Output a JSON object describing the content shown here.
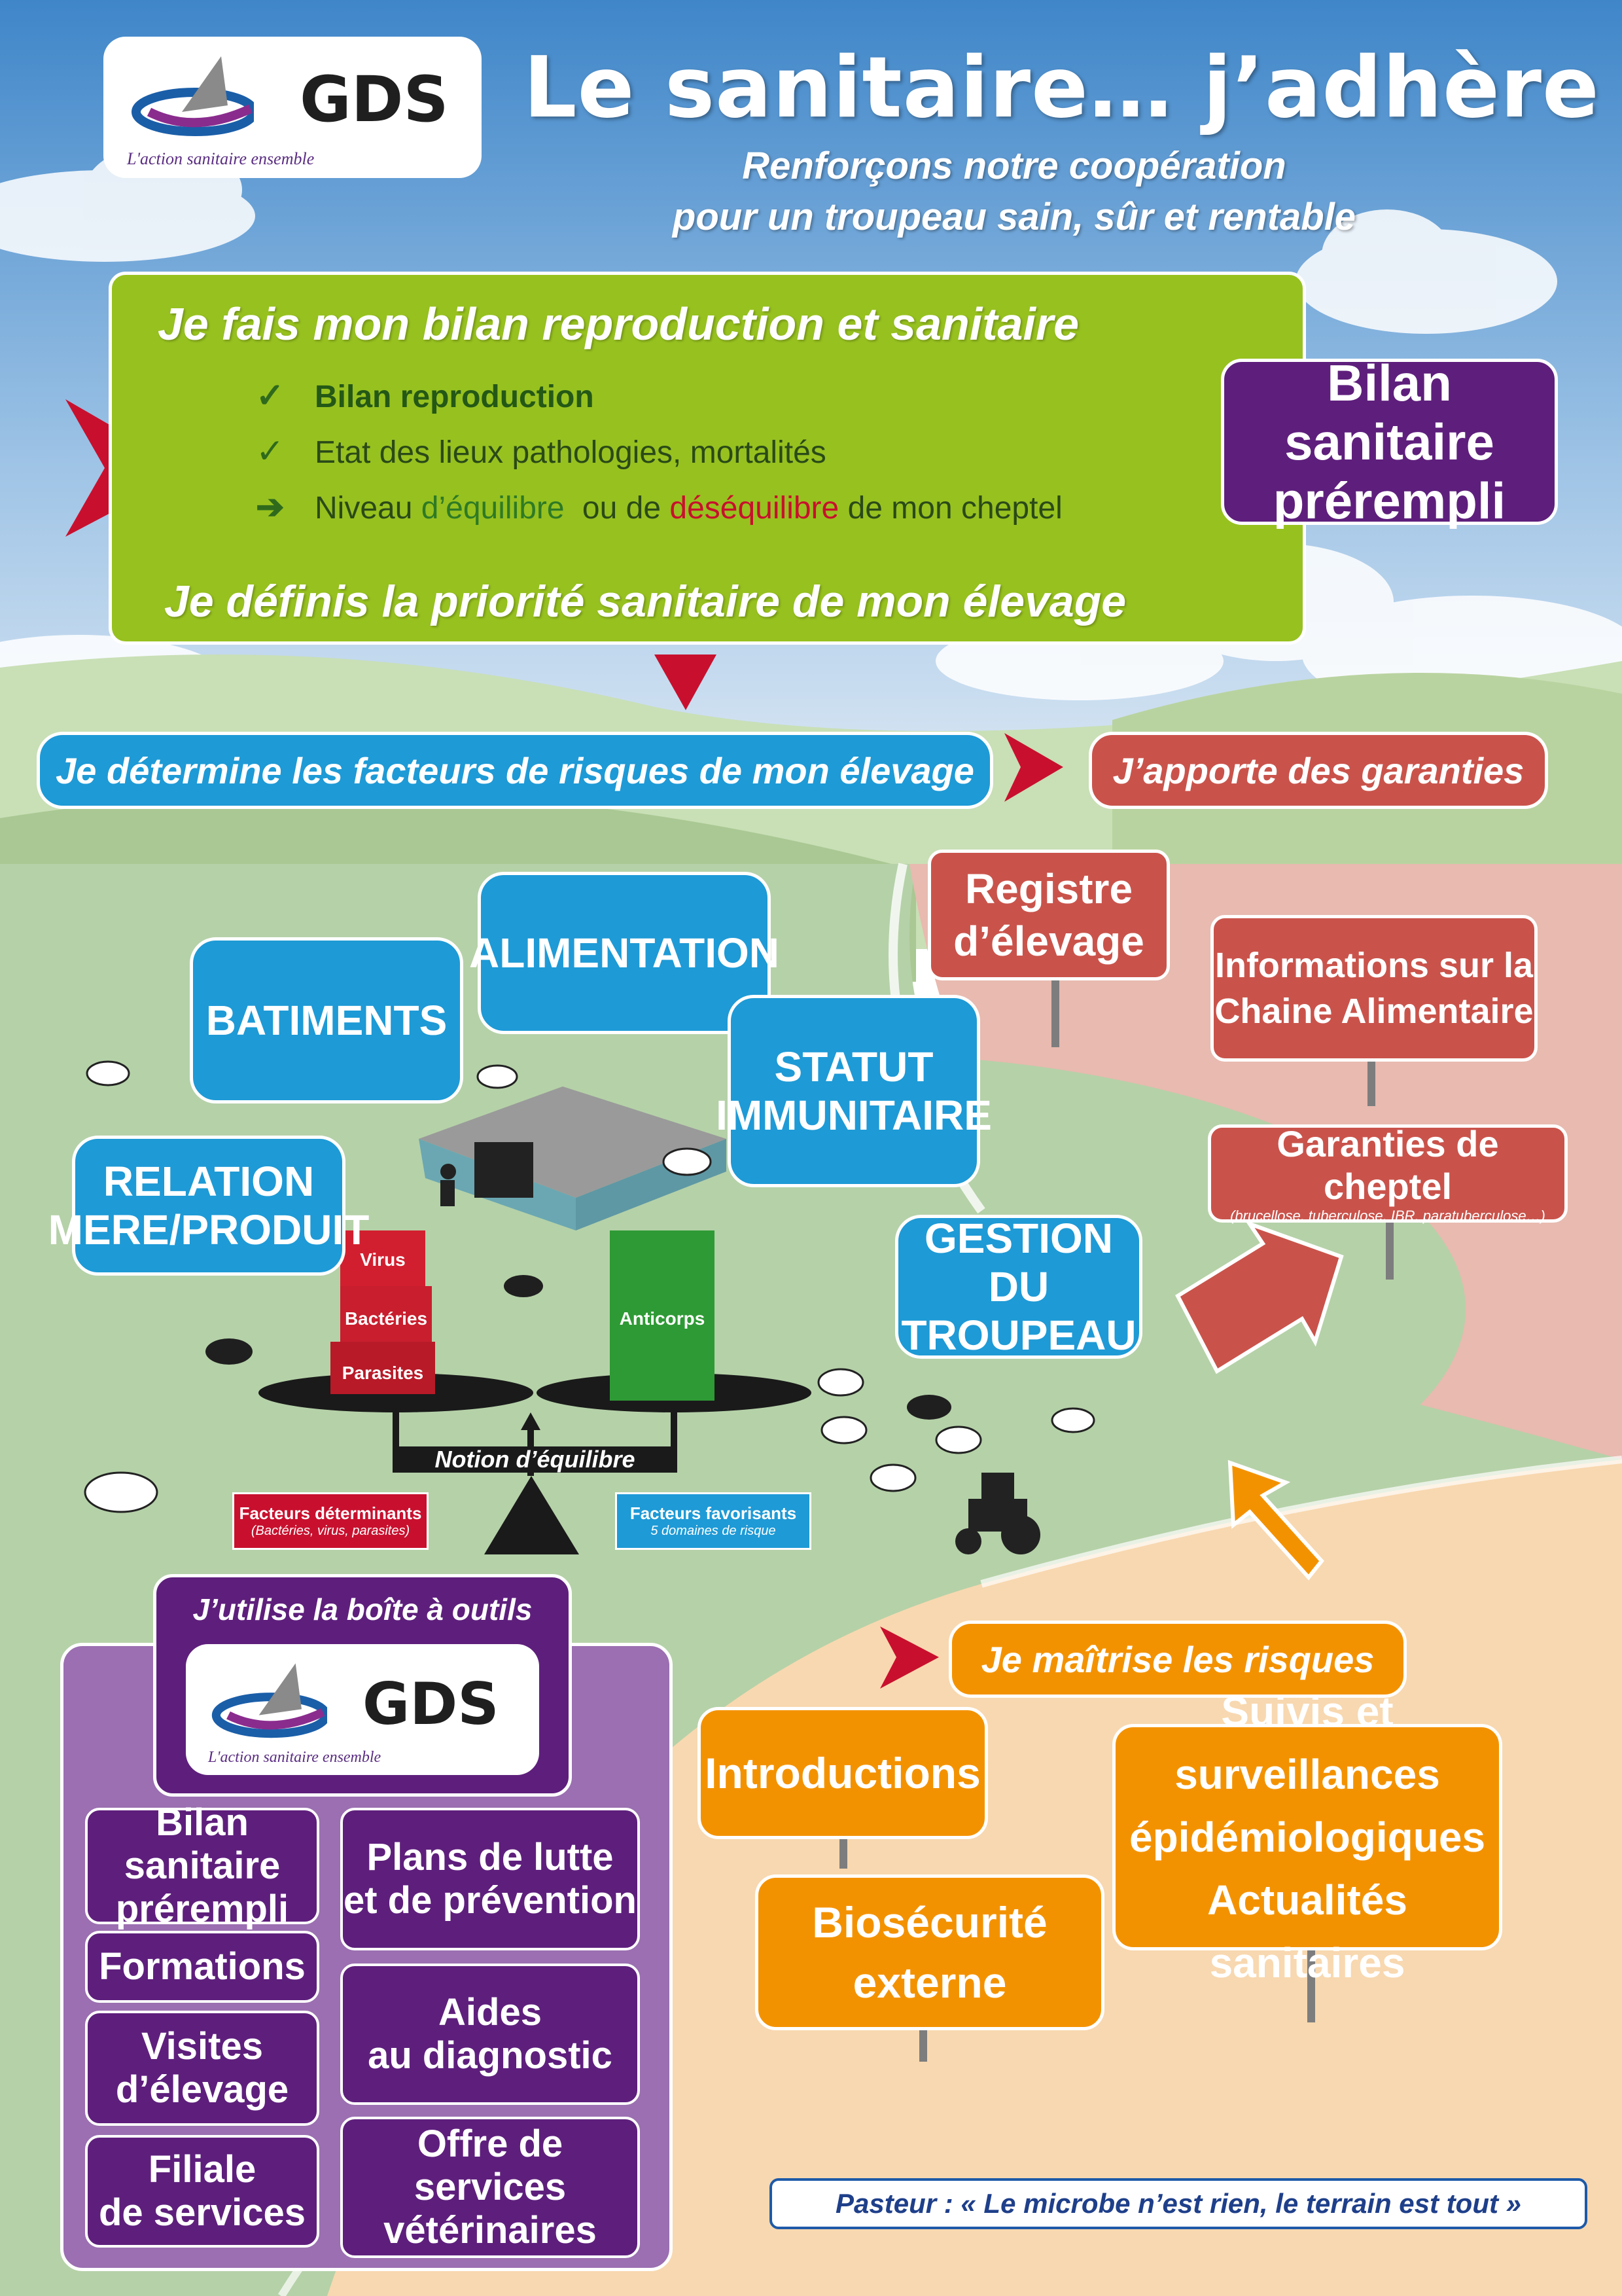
{
  "colors": {
    "sky_top": "#4a8fcf",
    "green": "#97c11f",
    "blue": "#1e9ad6",
    "purple": "#5e1f7c",
    "red": "#c9534b",
    "orange": "#f39200",
    "pink_field": "#e8bab0",
    "peach_field": "#f8d8b0",
    "green_field": "#b5d1a8"
  },
  "logo": {
    "text": "GDS",
    "tagline": "L'action sanitaire ensemble",
    "icon": "gds-swoosh-icon"
  },
  "header": {
    "title": "Le sanitaire… j’adhère",
    "subtitle_line1": "Renforçons notre coopération",
    "subtitle_line2": "pour un troupeau sain, sûr et rentable"
  },
  "bilan": {
    "heading": "Je fais mon bilan reproduction et sanitaire",
    "item1": "Bilan reproduction",
    "item2": "Etat des lieux pathologies, mortalités",
    "item3_a": "Niveau",
    "item3_b": "d’équilibre",
    "item3_c": "ou de",
    "item3_d": "déséquilibre",
    "item3_e": "de mon cheptel",
    "conclusion": "Je définis la priorité sanitaire de mon élevage",
    "badge_line1": "Bilan sanitaire",
    "badge_line2": "prérempli"
  },
  "risk_row": {
    "left": "Je détermine les facteurs de risques de mon élevage",
    "right": "J’apporte des garanties"
  },
  "bubbles": {
    "batiments": "BATIMENTS",
    "alimentation": "ALIMENTATION",
    "statut_1": "STATUT",
    "statut_2": "IMMUNITAIRE",
    "relation_1": "RELATION",
    "relation_2": "MERE/PRODUIT",
    "gestion_1": "GESTION",
    "gestion_2": "DU TROUPEAU"
  },
  "balance": {
    "box1": "Virus",
    "box2": "Bactéries",
    "box3": "Parasites",
    "green_box": "Anticorps",
    "label": "Notion d’équilibre",
    "left_legend_1": "Facteurs déterminants",
    "left_legend_2": "(Bactéries, virus, parasites)",
    "right_legend_1": "Facteurs favorisants",
    "right_legend_2": "5 domaines de risque"
  },
  "guarantees": {
    "registre_1": "Registre",
    "registre_2": "d’élevage",
    "info_1": "Informations sur la",
    "info_2": "Chaine Alimentaire",
    "garanties_1": "Garanties de cheptel",
    "garanties_2": "(brucellose, tuberculose, IBR, paratuberculose…)"
  },
  "toolbox": {
    "heading": "J’utilise la boîte à outils",
    "items": [
      {
        "l1": "Bilan sanitaire",
        "l2": "prérempli"
      },
      {
        "l1": "Formations",
        "l2": ""
      },
      {
        "l1": "Visites",
        "l2": "d’élevage"
      },
      {
        "l1": "Filiale",
        "l2": "de services"
      },
      {
        "l1": "Plans de lutte",
        "l2": "et de prévention"
      },
      {
        "l1": "Aides",
        "l2": "au diagnostic"
      },
      {
        "l1": "Offre de services",
        "l2": "vétérinaires"
      }
    ]
  },
  "risks": {
    "heading": "Je maîtrise les risques",
    "introductions": "Introductions",
    "bio_1": "Biosécurité",
    "bio_2": "externe",
    "suivis_1": "Suivis et  surveillances",
    "suivis_2": "épidémiologiques",
    "suivis_3": "Actualités sanitaires"
  },
  "quote": "Pasteur : « Le microbe n’est rien, le terrain est tout »"
}
